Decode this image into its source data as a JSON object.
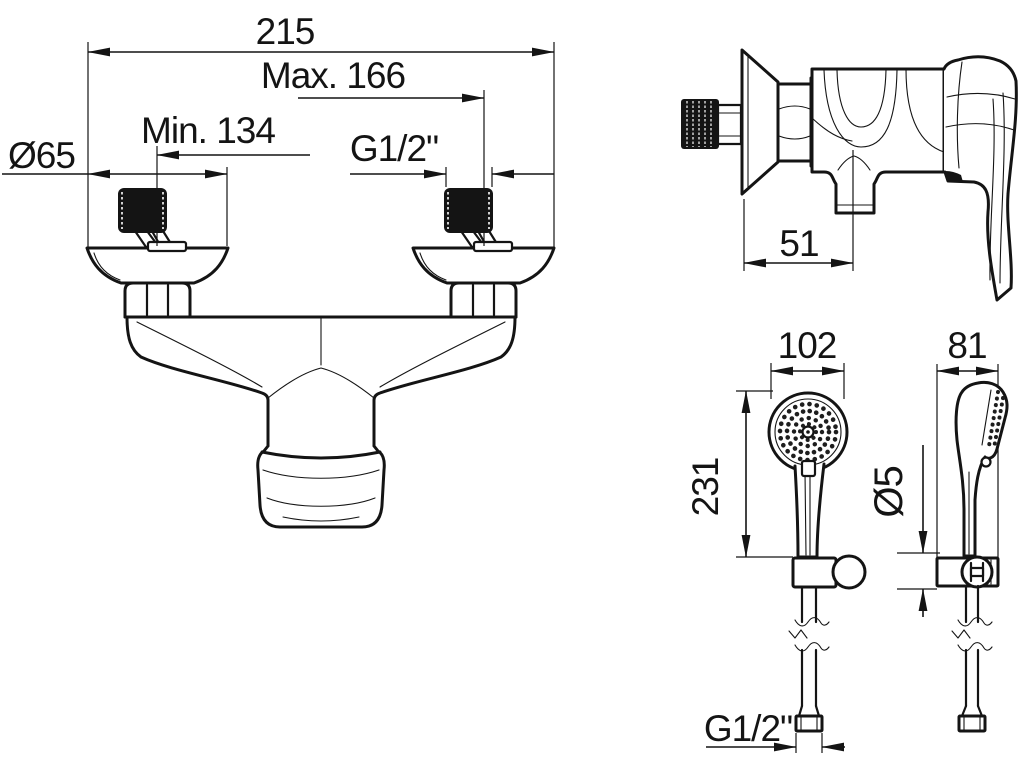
{
  "drawing": {
    "dimensions": {
      "overall_width": "215",
      "max_center_distance": "Max. 166",
      "min_center_distance": "Min. 134",
      "escutcheon_diameter": "Ø65",
      "inlet_thread": "G1/2\"",
      "body_depth": "51",
      "shower_head_diameter": "102",
      "shower_length": "231",
      "shower_depth": "81",
      "holder_dimension": "Ø5",
      "hose_thread": "G1/2\""
    },
    "colors": {
      "ink": "#141414",
      "background": "#ffffff"
    }
  }
}
